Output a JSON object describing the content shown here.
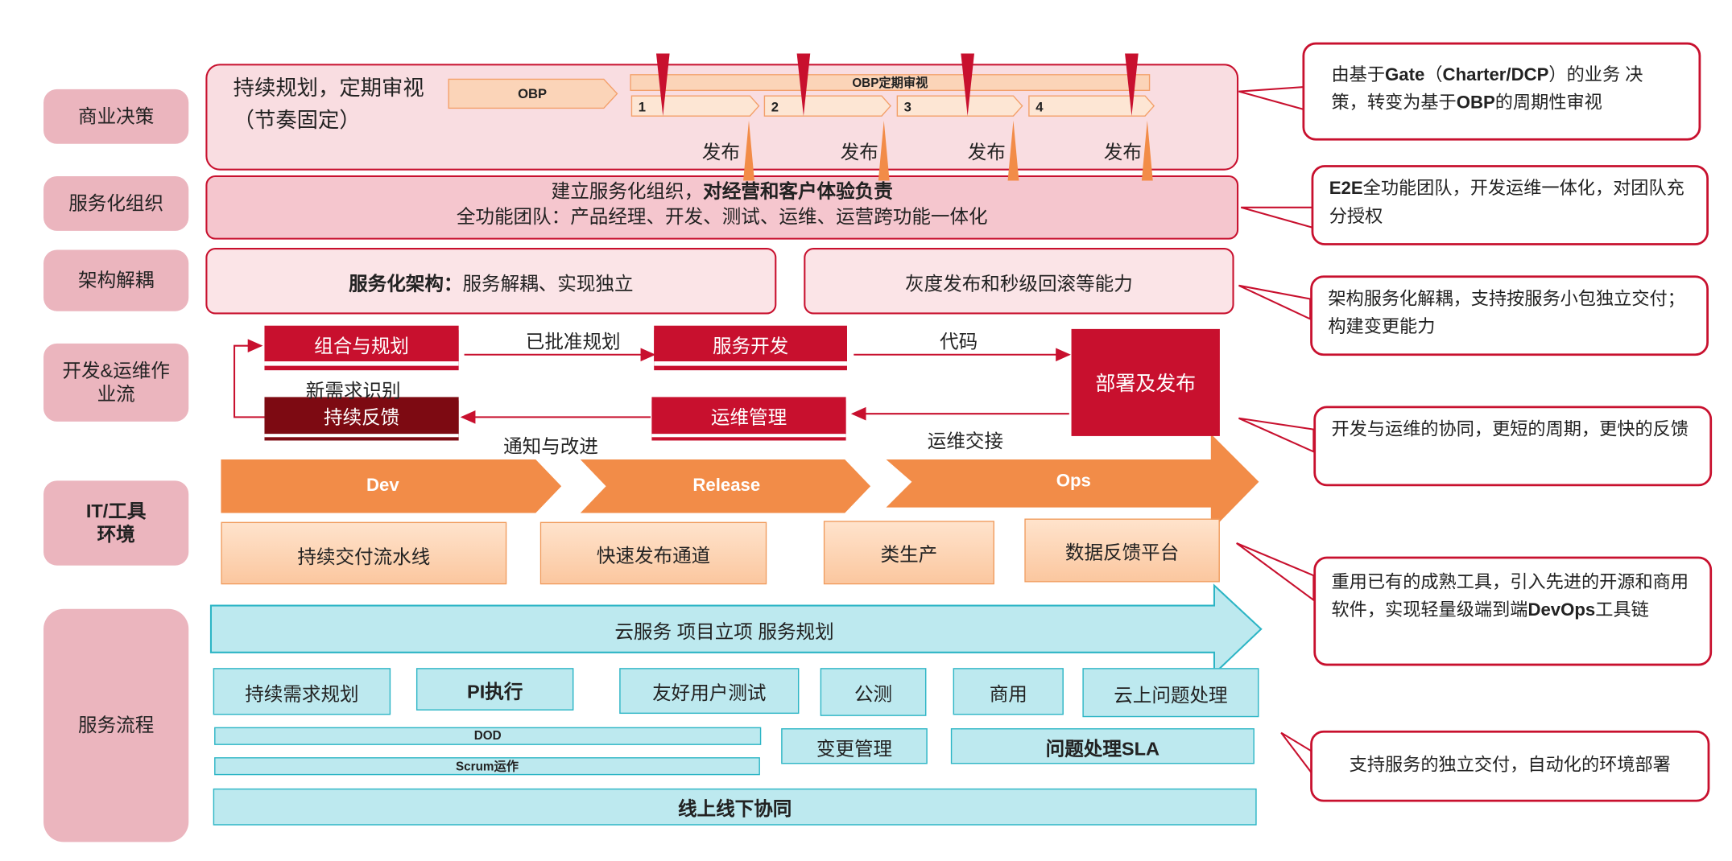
{
  "rows": {
    "business": "商业决策",
    "org": "服务化组织",
    "arch": "架构解耦",
    "devops_flow": "开发&运维作业流",
    "it_env": "IT/工具环境",
    "service_flow": "服务流程"
  },
  "business": {
    "main_text": "持续规划，定期审视（节奏固定）",
    "obp": "OBP",
    "obp_review": "OBP定期审视",
    "steps": [
      "1",
      "2",
      "3",
      "4"
    ],
    "release": "发布"
  },
  "org": {
    "line1_prefix": "建立服务化组织，",
    "line1_bold": "对经营和客户体验负责",
    "line2": "全功能团队：产品经理、开发、测试、运维、运营跨功能一体化"
  },
  "arch": {
    "left_bold": "服务化架构：",
    "left_rest": "服务解耦、实现独立",
    "right": "灰度发布和秒级回滚等能力"
  },
  "flow": {
    "plan": "组合与规划",
    "dev": "服务开发",
    "deploy": "部署及发布",
    "feedback": "持续反馈",
    "ops_mgmt": "运维管理",
    "approved": "已批准规划",
    "code": "代码",
    "new_req": "新需求识别",
    "notify": "通知与改进",
    "handover": "运维交接"
  },
  "it": {
    "stages": [
      "Dev",
      "Release",
      "Ops"
    ],
    "pipeline": "持续交付流水线",
    "fast_release": "快速发布通道",
    "prodlike": "类生产",
    "feedback_platform": "数据反馈平台"
  },
  "service": {
    "banner": "云服务 项目立项 服务规划",
    "items": [
      "持续需求规划",
      "PI执行",
      "友好用户测试",
      "公测",
      "商用",
      "云上问题处理"
    ],
    "dod": "DOD",
    "scrum": "Scrum运作",
    "change": "变更管理",
    "sla": "问题处理SLA",
    "online": "线上线下协同"
  },
  "callouts": {
    "c1_parts": [
      "由基于",
      "Gate",
      "（",
      "Charter/DCP",
      "）的业务 决策，转变为基于",
      "OBP",
      "的周期性审视"
    ],
    "c2_parts": [
      "E2E",
      "全功能团队，开发运维一体化，对团队充分授权"
    ],
    "c3": "架构服务化解耦，支持按服务小包独立交付；构建变更能力",
    "c4": "开发与运维的协同，更短的周期，更快的反馈",
    "c5_parts": [
      "重用已有的成熟工具，引入先进的开源和商用软件，实现轻量级端到端",
      "DevOps",
      "工具链"
    ],
    "c6": "支持服务的独立交付，自动化的环境部署"
  },
  "colors": {
    "accent_red": "#c8102e",
    "dark_red": "#7d0a12",
    "orange": "#f28c48",
    "cyan": "#2cb5c5",
    "pink": "#ebb5be"
  }
}
